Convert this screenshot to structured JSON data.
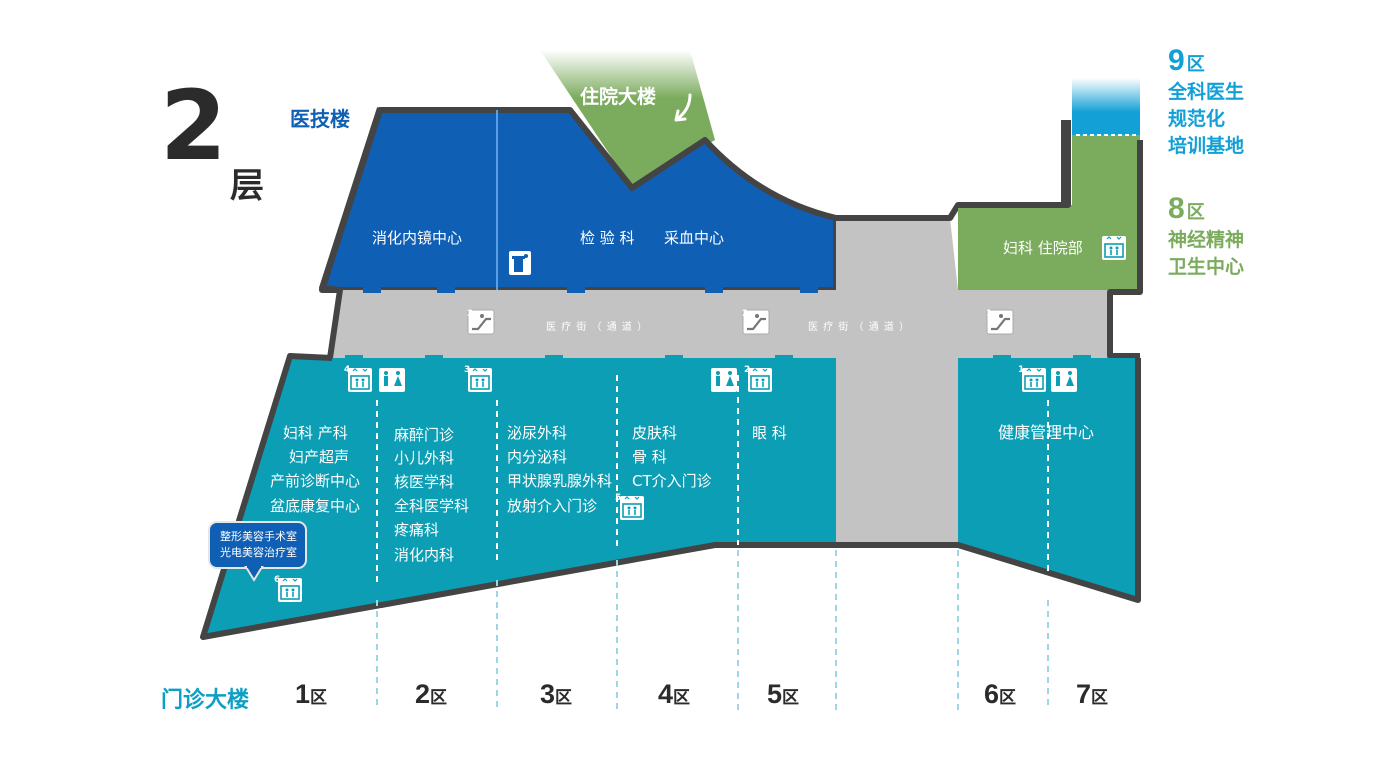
{
  "floor": {
    "number": "2",
    "unit": "层"
  },
  "building": {
    "medtech": "医技楼",
    "inpatient": "住院大楼",
    "outpatient": "门诊大楼"
  },
  "rooms": {
    "digestive_endoscopy": "消化内镜中心",
    "lab": "检 验 科",
    "blood_draw": "采血中心",
    "gyn_ward": "妇科 住院部"
  },
  "street": "医 疗 街 （ 通 道 ）",
  "depts": {
    "z1": [
      "妇科 产科",
      "妇产超声",
      "产前诊断中心",
      "盆底康复中心"
    ],
    "z2": [
      "麻醉门诊",
      "小儿外科",
      "核医学科",
      "全科医学科",
      "疼痛科",
      "消化内科"
    ],
    "z3": [
      "泌尿外科",
      "内分泌科",
      "甲状腺乳腺外科",
      "放射介入门诊"
    ],
    "z4": [
      "皮肤科",
      "骨 科",
      "CT介入门诊"
    ],
    "z5": [
      "眼 科"
    ],
    "z67": [
      "健康管理中心"
    ]
  },
  "callout": {
    "line1": "整形美容手术室",
    "line2": "光电美容治疗室"
  },
  "zones": [
    {
      "num": "1",
      "suffix": "区"
    },
    {
      "num": "2",
      "suffix": "区"
    },
    {
      "num": "3",
      "suffix": "区"
    },
    {
      "num": "4",
      "suffix": "区"
    },
    {
      "num": "5",
      "suffix": "区"
    },
    {
      "num": "6",
      "suffix": "区"
    },
    {
      "num": "7",
      "suffix": "区"
    }
  ],
  "side": {
    "zone9": {
      "num": "9",
      "suffix": "区",
      "lines": [
        "全科医生",
        "规范化",
        "培训基地"
      ]
    },
    "zone8": {
      "num": "8",
      "suffix": "区",
      "lines": [
        "神经精神",
        "卫生中心"
      ]
    }
  },
  "markers": {
    "escalator3": "3",
    "escalator2": "2",
    "escalator1": "1",
    "elev4": "4",
    "elev3": "3",
    "elev2": "2",
    "elev1": "1",
    "elev5": "5",
    "elev6": "6"
  },
  "colors": {
    "medtech_blue": "#0f5fb5",
    "outpatient_teal": "#0b9eb4",
    "street_gray": "#c3c3c3",
    "inpatient_green": "#7bab5d",
    "zone9_blue": "#12a0d6",
    "outline": "#444444"
  }
}
